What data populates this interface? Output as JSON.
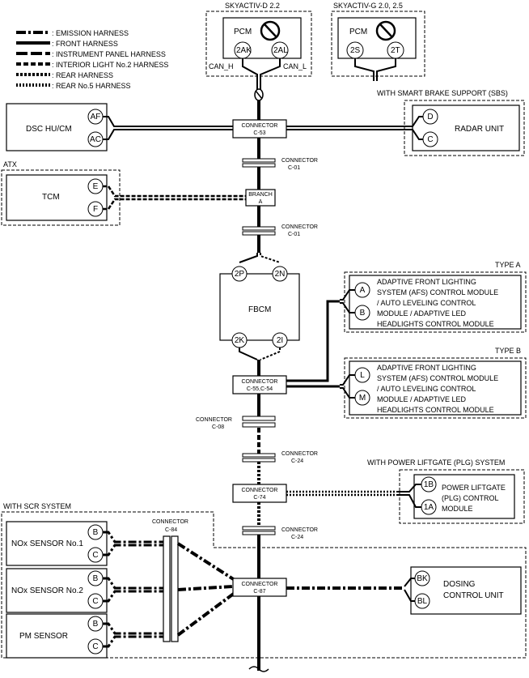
{
  "legend": [
    {
      "text": ": EMISSION HARNESS",
      "style": "emission"
    },
    {
      "text": ": FRONT HARNESS",
      "style": "front"
    },
    {
      "text": ": INSTRUMENT PANEL HARNESS",
      "style": "ip"
    },
    {
      "text": ": INTERIOR LIGHT No.2 HARNESS",
      "style": "interior"
    },
    {
      "text": ": REAR HARNESS",
      "style": "rear"
    },
    {
      "text": ": REAR No.5 HARNESS",
      "style": "rear5"
    }
  ],
  "pcm_d": {
    "title": "SKYACTIV-D 2.2",
    "name": "PCM",
    "pins": [
      "2AK",
      "2AL"
    ],
    "can_h": "CAN_H",
    "can_l": "CAN_L"
  },
  "pcm_g": {
    "title": "SKYACTIV-G 2.0, 2.5",
    "name": "PCM",
    "pins": [
      "2S",
      "2T"
    ]
  },
  "sbs_label": "WITH SMART BRAKE SUPPORT (SBS)",
  "dsc": {
    "name": "DSC HU/CM",
    "pins": [
      "AF",
      "AC"
    ]
  },
  "radar": {
    "name": "RADAR UNIT",
    "pins": [
      "D",
      "C"
    ]
  },
  "atx_label": "ATX",
  "tcm": {
    "name": "TCM",
    "pins": [
      "E",
      "F"
    ]
  },
  "connectors": {
    "c53": {
      "title": "CONNECTOR",
      "id": "C-53"
    },
    "c01a": {
      "title": "CONNECTOR",
      "id": "C-01"
    },
    "branch": {
      "title": "BRANCH",
      "id": "A"
    },
    "c01b": {
      "title": "CONNECTOR",
      "id": "C-01"
    },
    "c55": {
      "title": "CONNECTOR",
      "id": "C-55,C-54"
    },
    "c08": {
      "title": "CONNECTOR",
      "id": "C-08"
    },
    "c24a": {
      "title": "CONNECTOR",
      "id": "C-24"
    },
    "c74": {
      "title": "CONNECTOR",
      "id": "C-74"
    },
    "c24b": {
      "title": "CONNECTOR",
      "id": "C-24"
    },
    "c84": {
      "title": "CONNECTOR",
      "id": "C-84"
    },
    "c87": {
      "title": "CONNECTOR",
      "id": "C-87"
    }
  },
  "fbcm": {
    "name": "FBCM",
    "pins_top": [
      "2P",
      "2N"
    ],
    "pins_bottom": [
      "2K",
      "2I"
    ]
  },
  "afs_a": {
    "type": "TYPE A",
    "lines": [
      "ADAPTIVE FRONT LIGHTING",
      "SYSTEM (AFS) CONTROL MODULE",
      "/ AUTO LEVELING CONTROL",
      "MODULE / ADAPTIVE LED",
      "HEADLIGHTS CONTROL MODULE"
    ],
    "pins": [
      "A",
      "B"
    ]
  },
  "afs_b": {
    "type": "TYPE B",
    "lines": [
      "ADAPTIVE FRONT LIGHTING",
      "SYSTEM (AFS) CONTROL MODULE",
      "/ AUTO LEVELING CONTROL",
      "MODULE / ADAPTIVE LED",
      "HEADLIGHTS CONTROL MODULE"
    ],
    "pins": [
      "L",
      "M"
    ]
  },
  "plg_label": "WITH POWER LIFTGATE (PLG) SYSTEM",
  "plg": {
    "lines": [
      "POWER LIFTGATE",
      "(PLG) CONTROL",
      "MODULE"
    ],
    "pins": [
      "1B",
      "1A"
    ]
  },
  "scr_label": "WITH SCR SYSTEM",
  "nox1": {
    "name": "NOx SENSOR No.1",
    "pins": [
      "B",
      "C"
    ]
  },
  "nox2": {
    "name": "NOx SENSOR No.2",
    "pins": [
      "B",
      "C"
    ]
  },
  "pm": {
    "name": "PM SENSOR",
    "pins": [
      "B",
      "C"
    ]
  },
  "dosing": {
    "lines": [
      "DOSING",
      "CONTROL UNIT"
    ],
    "pins": [
      "BK",
      "BL"
    ]
  },
  "colors": {
    "line": "#000000",
    "background": "#ffffff"
  }
}
